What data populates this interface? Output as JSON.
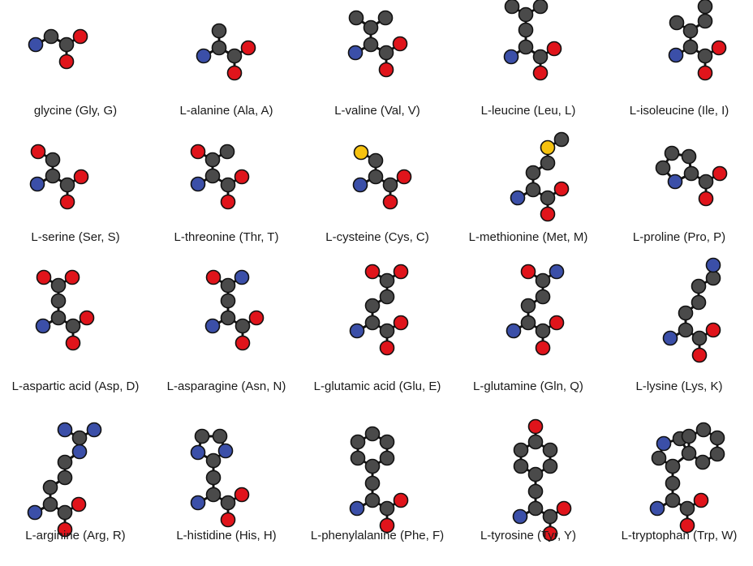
{
  "colors": {
    "carbon": "#4a4a4a",
    "nitrogen": "#3b4fa8",
    "oxygen": "#e0141b",
    "sulfur": "#f6c20f",
    "bond": "#111111"
  },
  "amino_acids": [
    {
      "label": "glycine (Gly, G)",
      "atoms": [
        [
          "N",
          44,
          55
        ],
        [
          "C",
          63,
          45
        ],
        [
          "C",
          82,
          55
        ],
        [
          "O",
          99,
          45
        ],
        [
          "O",
          82,
          76
        ]
      ]
    },
    {
      "label": "L-alanine (Ala, A)",
      "atoms": [
        [
          "N",
          251,
          69
        ],
        [
          "C",
          270,
          59
        ],
        [
          "C",
          270,
          38
        ],
        [
          "C",
          289,
          69
        ],
        [
          "O",
          306,
          59
        ],
        [
          "O",
          289,
          90
        ]
      ]
    },
    {
      "label": "L-valine (Val, V)",
      "atoms": [
        [
          "N",
          438,
          65
        ],
        [
          "C",
          457,
          55
        ],
        [
          "C",
          457,
          34
        ],
        [
          "C",
          439,
          22
        ],
        [
          "C",
          475,
          22
        ],
        [
          "C",
          476,
          65
        ],
        [
          "O",
          493,
          54
        ],
        [
          "O",
          476,
          86
        ]
      ]
    },
    {
      "label": "L-leucine (Leu, L)",
      "atoms": [
        [
          "N",
          630,
          70
        ],
        [
          "C",
          648,
          58
        ],
        [
          "C",
          648,
          37
        ],
        [
          "C",
          648,
          18
        ],
        [
          "C",
          631,
          8
        ],
        [
          "C",
          666,
          8
        ],
        [
          "C",
          666,
          70
        ],
        [
          "O",
          683,
          60
        ],
        [
          "O",
          666,
          90
        ]
      ]
    },
    {
      "label": "L-isoleucine (Ile, I)",
      "atoms": [
        [
          "N",
          833,
          68
        ],
        [
          "C",
          851,
          58
        ],
        [
          "C",
          851,
          38
        ],
        [
          "C",
          834,
          28
        ],
        [
          "C",
          869,
          26
        ],
        [
          "C",
          869,
          8
        ],
        [
          "C",
          869,
          69
        ],
        [
          "O",
          886,
          59
        ],
        [
          "O",
          869,
          90
        ]
      ]
    },
    {
      "label": "L-serine (Ser, S)",
      "atoms": [
        [
          "N",
          46,
          227
        ],
        [
          "C",
          65,
          217
        ],
        [
          "C",
          65,
          197
        ],
        [
          "O",
          47,
          187
        ],
        [
          "C",
          83,
          228
        ],
        [
          "O",
          100,
          218
        ],
        [
          "O",
          83,
          249
        ]
      ]
    },
    {
      "label": "L-threonine (Thr, T)",
      "atoms": [
        [
          "N",
          244,
          227
        ],
        [
          "C",
          262,
          217
        ],
        [
          "C",
          262,
          197
        ],
        [
          "O",
          244,
          187
        ],
        [
          "C",
          280,
          187
        ],
        [
          "C",
          281,
          228
        ],
        [
          "O",
          298,
          218
        ],
        [
          "O",
          281,
          249
        ]
      ]
    },
    {
      "label": "L-cysteine (Cys, C)",
      "atoms": [
        [
          "N",
          444,
          228
        ],
        [
          "C",
          463,
          218
        ],
        [
          "C",
          463,
          198
        ],
        [
          "S",
          445,
          188
        ],
        [
          "C",
          481,
          228
        ],
        [
          "O",
          498,
          218
        ],
        [
          "O",
          481,
          249
        ]
      ]
    },
    {
      "label": "L-methionine (Met, M)",
      "atoms": [
        [
          "N",
          638,
          244
        ],
        [
          "C",
          657,
          234
        ],
        [
          "C",
          657,
          213
        ],
        [
          "C",
          675,
          201
        ],
        [
          "S",
          675,
          182
        ],
        [
          "C",
          692,
          172
        ],
        [
          "C",
          675,
          244
        ],
        [
          "O",
          692,
          233
        ],
        [
          "O",
          675,
          264
        ]
      ]
    },
    {
      "label": "L-proline (Pro, P)",
      "atoms": [
        [
          "C",
          817,
          207
        ],
        [
          "C",
          828,
          189
        ],
        [
          "C",
          849,
          193
        ],
        [
          "C",
          852,
          214
        ],
        [
          "N",
          832,
          224
        ],
        [
          "C",
          870,
          224
        ],
        [
          "O",
          887,
          214
        ],
        [
          "O",
          870,
          245
        ]
      ]
    },
    {
      "label": "L-aspartic acid (Asp, D)",
      "atoms": [
        [
          "N",
          53,
          402
        ],
        [
          "C",
          72,
          392
        ],
        [
          "C",
          72,
          371
        ],
        [
          "C",
          72,
          352
        ],
        [
          "O",
          54,
          342
        ],
        [
          "O",
          89,
          342
        ],
        [
          "C",
          90,
          402
        ],
        [
          "O",
          107,
          392
        ],
        [
          "O",
          90,
          423
        ]
      ]
    },
    {
      "label": "L-asparagine (Asn, N)",
      "atoms": [
        [
          "N",
          262,
          402
        ],
        [
          "C",
          281,
          392
        ],
        [
          "C",
          281,
          371
        ],
        [
          "C",
          281,
          352
        ],
        [
          "O",
          263,
          342
        ],
        [
          "N",
          298,
          342
        ],
        [
          "C",
          299,
          402
        ],
        [
          "O",
          316,
          392
        ],
        [
          "O",
          299,
          423
        ]
      ]
    },
    {
      "label": "L-glutamic acid (Glu, E)",
      "atoms": [
        [
          "N",
          440,
          408
        ],
        [
          "C",
          459,
          398
        ],
        [
          "C",
          459,
          377
        ],
        [
          "C",
          477,
          366
        ],
        [
          "C",
          477,
          346
        ],
        [
          "O",
          459,
          335
        ],
        [
          "O",
          494,
          335
        ],
        [
          "C",
          477,
          408
        ],
        [
          "O",
          494,
          398
        ],
        [
          "O",
          477,
          429
        ]
      ]
    },
    {
      "label": "L-glutamine (Gln, Q)",
      "atoms": [
        [
          "N",
          633,
          408
        ],
        [
          "C",
          651,
          398
        ],
        [
          "C",
          651,
          377
        ],
        [
          "C",
          669,
          366
        ],
        [
          "C",
          669,
          346
        ],
        [
          "O",
          651,
          335
        ],
        [
          "N",
          686,
          335
        ],
        [
          "C",
          669,
          408
        ],
        [
          "O",
          686,
          398
        ],
        [
          "O",
          669,
          429
        ]
      ]
    },
    {
      "label": "L-lysine (Lys, K)",
      "atoms": [
        [
          "N",
          826,
          417
        ],
        [
          "C",
          845,
          407
        ],
        [
          "C",
          845,
          386
        ],
        [
          "C",
          861,
          373
        ],
        [
          "C",
          861,
          353
        ],
        [
          "C",
          879,
          343
        ],
        [
          "N",
          879,
          327
        ],
        [
          "C",
          862,
          417
        ],
        [
          "O",
          879,
          407
        ],
        [
          "O",
          862,
          438
        ]
      ]
    },
    {
      "label": "L-arginine (Arg, R)",
      "atoms": [
        [
          "N",
          43,
          632
        ],
        [
          "C",
          62,
          622
        ],
        [
          "C",
          62,
          601
        ],
        [
          "C",
          80,
          589
        ],
        [
          "C",
          80,
          570
        ],
        [
          "N",
          98,
          557
        ],
        [
          "C",
          98,
          540
        ],
        [
          "N",
          80,
          530
        ],
        [
          "N",
          116,
          530
        ],
        [
          "C",
          80,
          632
        ],
        [
          "O",
          97,
          622
        ],
        [
          "O",
          80,
          653
        ]
      ]
    },
    {
      "label": "L-histidine (His, H)",
      "atoms": [
        [
          "N",
          244,
          620
        ],
        [
          "C",
          263,
          610
        ],
        [
          "C",
          263,
          589
        ],
        [
          "C",
          263,
          568
        ],
        [
          "N",
          278,
          556
        ],
        [
          "C",
          271,
          538
        ],
        [
          "C",
          249,
          538
        ],
        [
          "N",
          244,
          558
        ],
        [
          "C",
          281,
          620
        ],
        [
          "O",
          298,
          610
        ],
        [
          "O",
          281,
          641
        ]
      ]
    },
    {
      "label": "L-phenylalanine (Phe, F)",
      "atoms": [
        [
          "N",
          440,
          627
        ],
        [
          "C",
          459,
          617
        ],
        [
          "C",
          459,
          596
        ],
        [
          "C",
          459,
          575
        ],
        [
          "C",
          441,
          565
        ],
        [
          "C",
          441,
          545
        ],
        [
          "C",
          459,
          535
        ],
        [
          "C",
          477,
          545
        ],
        [
          "C",
          477,
          565
        ],
        [
          "C",
          477,
          627
        ],
        [
          "O",
          494,
          617
        ],
        [
          "O",
          477,
          648
        ]
      ]
    },
    {
      "label": "L-tyrosine (Tyr, Y)",
      "atoms": [
        [
          "N",
          641,
          637
        ],
        [
          "C",
          660,
          627
        ],
        [
          "C",
          660,
          606
        ],
        [
          "C",
          660,
          585
        ],
        [
          "C",
          642,
          575
        ],
        [
          "C",
          642,
          555
        ],
        [
          "C",
          660,
          545
        ],
        [
          "O",
          660,
          526
        ],
        [
          "C",
          678,
          555
        ],
        [
          "C",
          678,
          575
        ],
        [
          "C",
          678,
          637
        ],
        [
          "O",
          695,
          627
        ],
        [
          "O",
          678,
          658
        ]
      ]
    },
    {
      "label": "L-tryptophan (Trp, W)",
      "atoms": [
        [
          "N",
          810,
          627
        ],
        [
          "C",
          829,
          617
        ],
        [
          "C",
          829,
          596
        ],
        [
          "C",
          829,
          575
        ],
        [
          "C",
          812,
          565
        ],
        [
          "N",
          818,
          547
        ],
        [
          "C",
          838,
          541
        ],
        [
          "C",
          849,
          559
        ],
        [
          "C",
          866,
          570
        ],
        [
          "C",
          884,
          560
        ],
        [
          "C",
          884,
          540
        ],
        [
          "C",
          867,
          530
        ],
        [
          "C",
          849,
          538
        ],
        [
          "C",
          847,
          627
        ],
        [
          "O",
          864,
          617
        ],
        [
          "O",
          847,
          648
        ]
      ]
    }
  ]
}
